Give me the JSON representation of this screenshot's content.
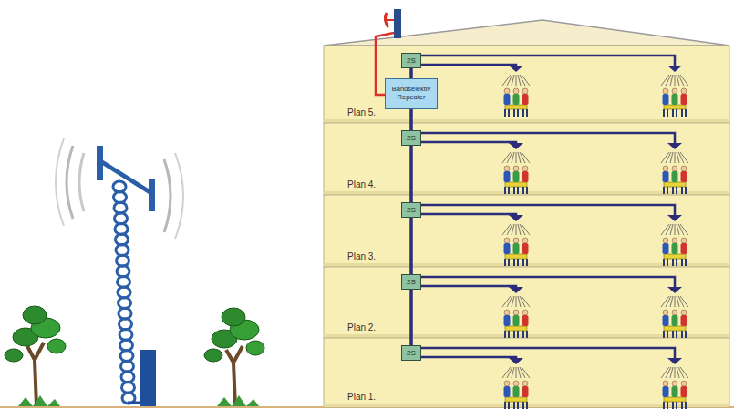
{
  "diagram": {
    "nodes": [
      {
        "text": [
          "Plan 5."
        ]
      },
      {
        "text": [
          "2S"
        ],
        "in": 0
      },
      {
        "text": [
          "Bandselektiv Repeater"
        ],
        "in": 0
      },
      {
        "text": [
          "Plan 4."
        ]
      },
      {
        "text": [
          "2S"
        ],
        "in": 3
      },
      {
        "text": [
          "Plan 3."
        ]
      },
      {
        "text": [
          "2S"
        ],
        "in": 5
      },
      {
        "text": [
          "Plan 2."
        ]
      },
      {
        "text": [
          "2S"
        ],
        "in": 7
      },
      {
        "text": [
          "Plan 1."
        ]
      },
      {
        "text": [
          "2S"
        ],
        "in": 9
      }
    ],
    "edges": [
      {
        "from": 2,
        "to": 1,
        "arrow": "none"
      },
      {
        "from": 2,
        "to": 4,
        "arrow": "none"
      },
      {
        "from": 4,
        "to": 6,
        "arrow": "none"
      },
      {
        "from": 6,
        "to": 8,
        "arrow": "none"
      },
      {
        "from": 8,
        "to": 10,
        "arrow": "none"
      }
    ]
  }
}
